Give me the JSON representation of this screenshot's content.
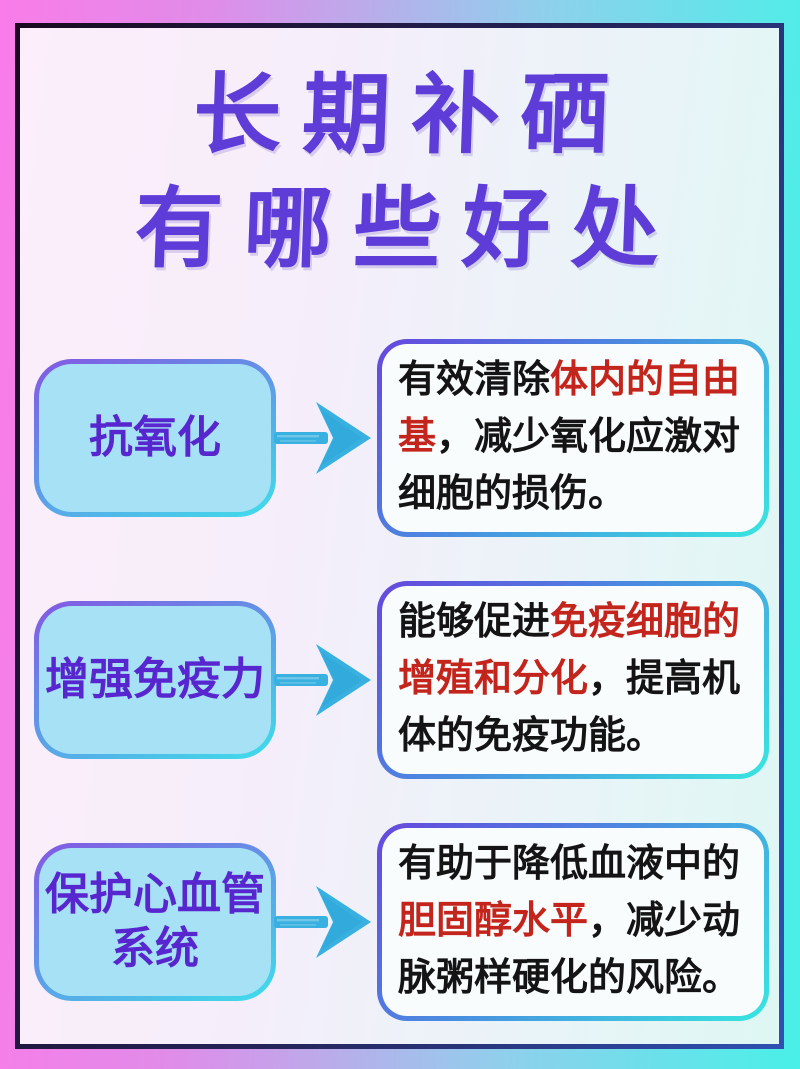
{
  "title": {
    "line1": "长期补硒",
    "line2": "有哪些好处"
  },
  "rows": [
    {
      "label": "抗氧化",
      "desc_prefix": "有效清除",
      "desc_highlight": "体内的自由基",
      "desc_suffix": "，减少氧化应激对细胞的损伤。"
    },
    {
      "label": "增强免疫力",
      "desc_prefix": "能够促进",
      "desc_highlight": "免疫细胞的增殖和分化",
      "desc_suffix": "，提高机体的免疫功能。"
    },
    {
      "label": "保护心血管系统",
      "desc_prefix": "有助于降低血液中的",
      "desc_highlight": "胆固醇水平",
      "desc_suffix": "，减少动脉粥样硬化的风险。"
    }
  ],
  "icons": {
    "arrow": "brush-arrow-right"
  },
  "colors": {
    "frame_pink": "#f97ce9",
    "frame_cyan": "#49f0e8",
    "inner_border_dark": "#190a20",
    "inner_border_blue": "#2f51b1",
    "title_purple": "#5d3cd8",
    "label_text_purple": "#5826cf",
    "label_fill_blue": "#a6e1f6",
    "highlight_red": "#c3251c",
    "body_text_black": "#141414",
    "arrow_cyan": "#38b0e0"
  }
}
